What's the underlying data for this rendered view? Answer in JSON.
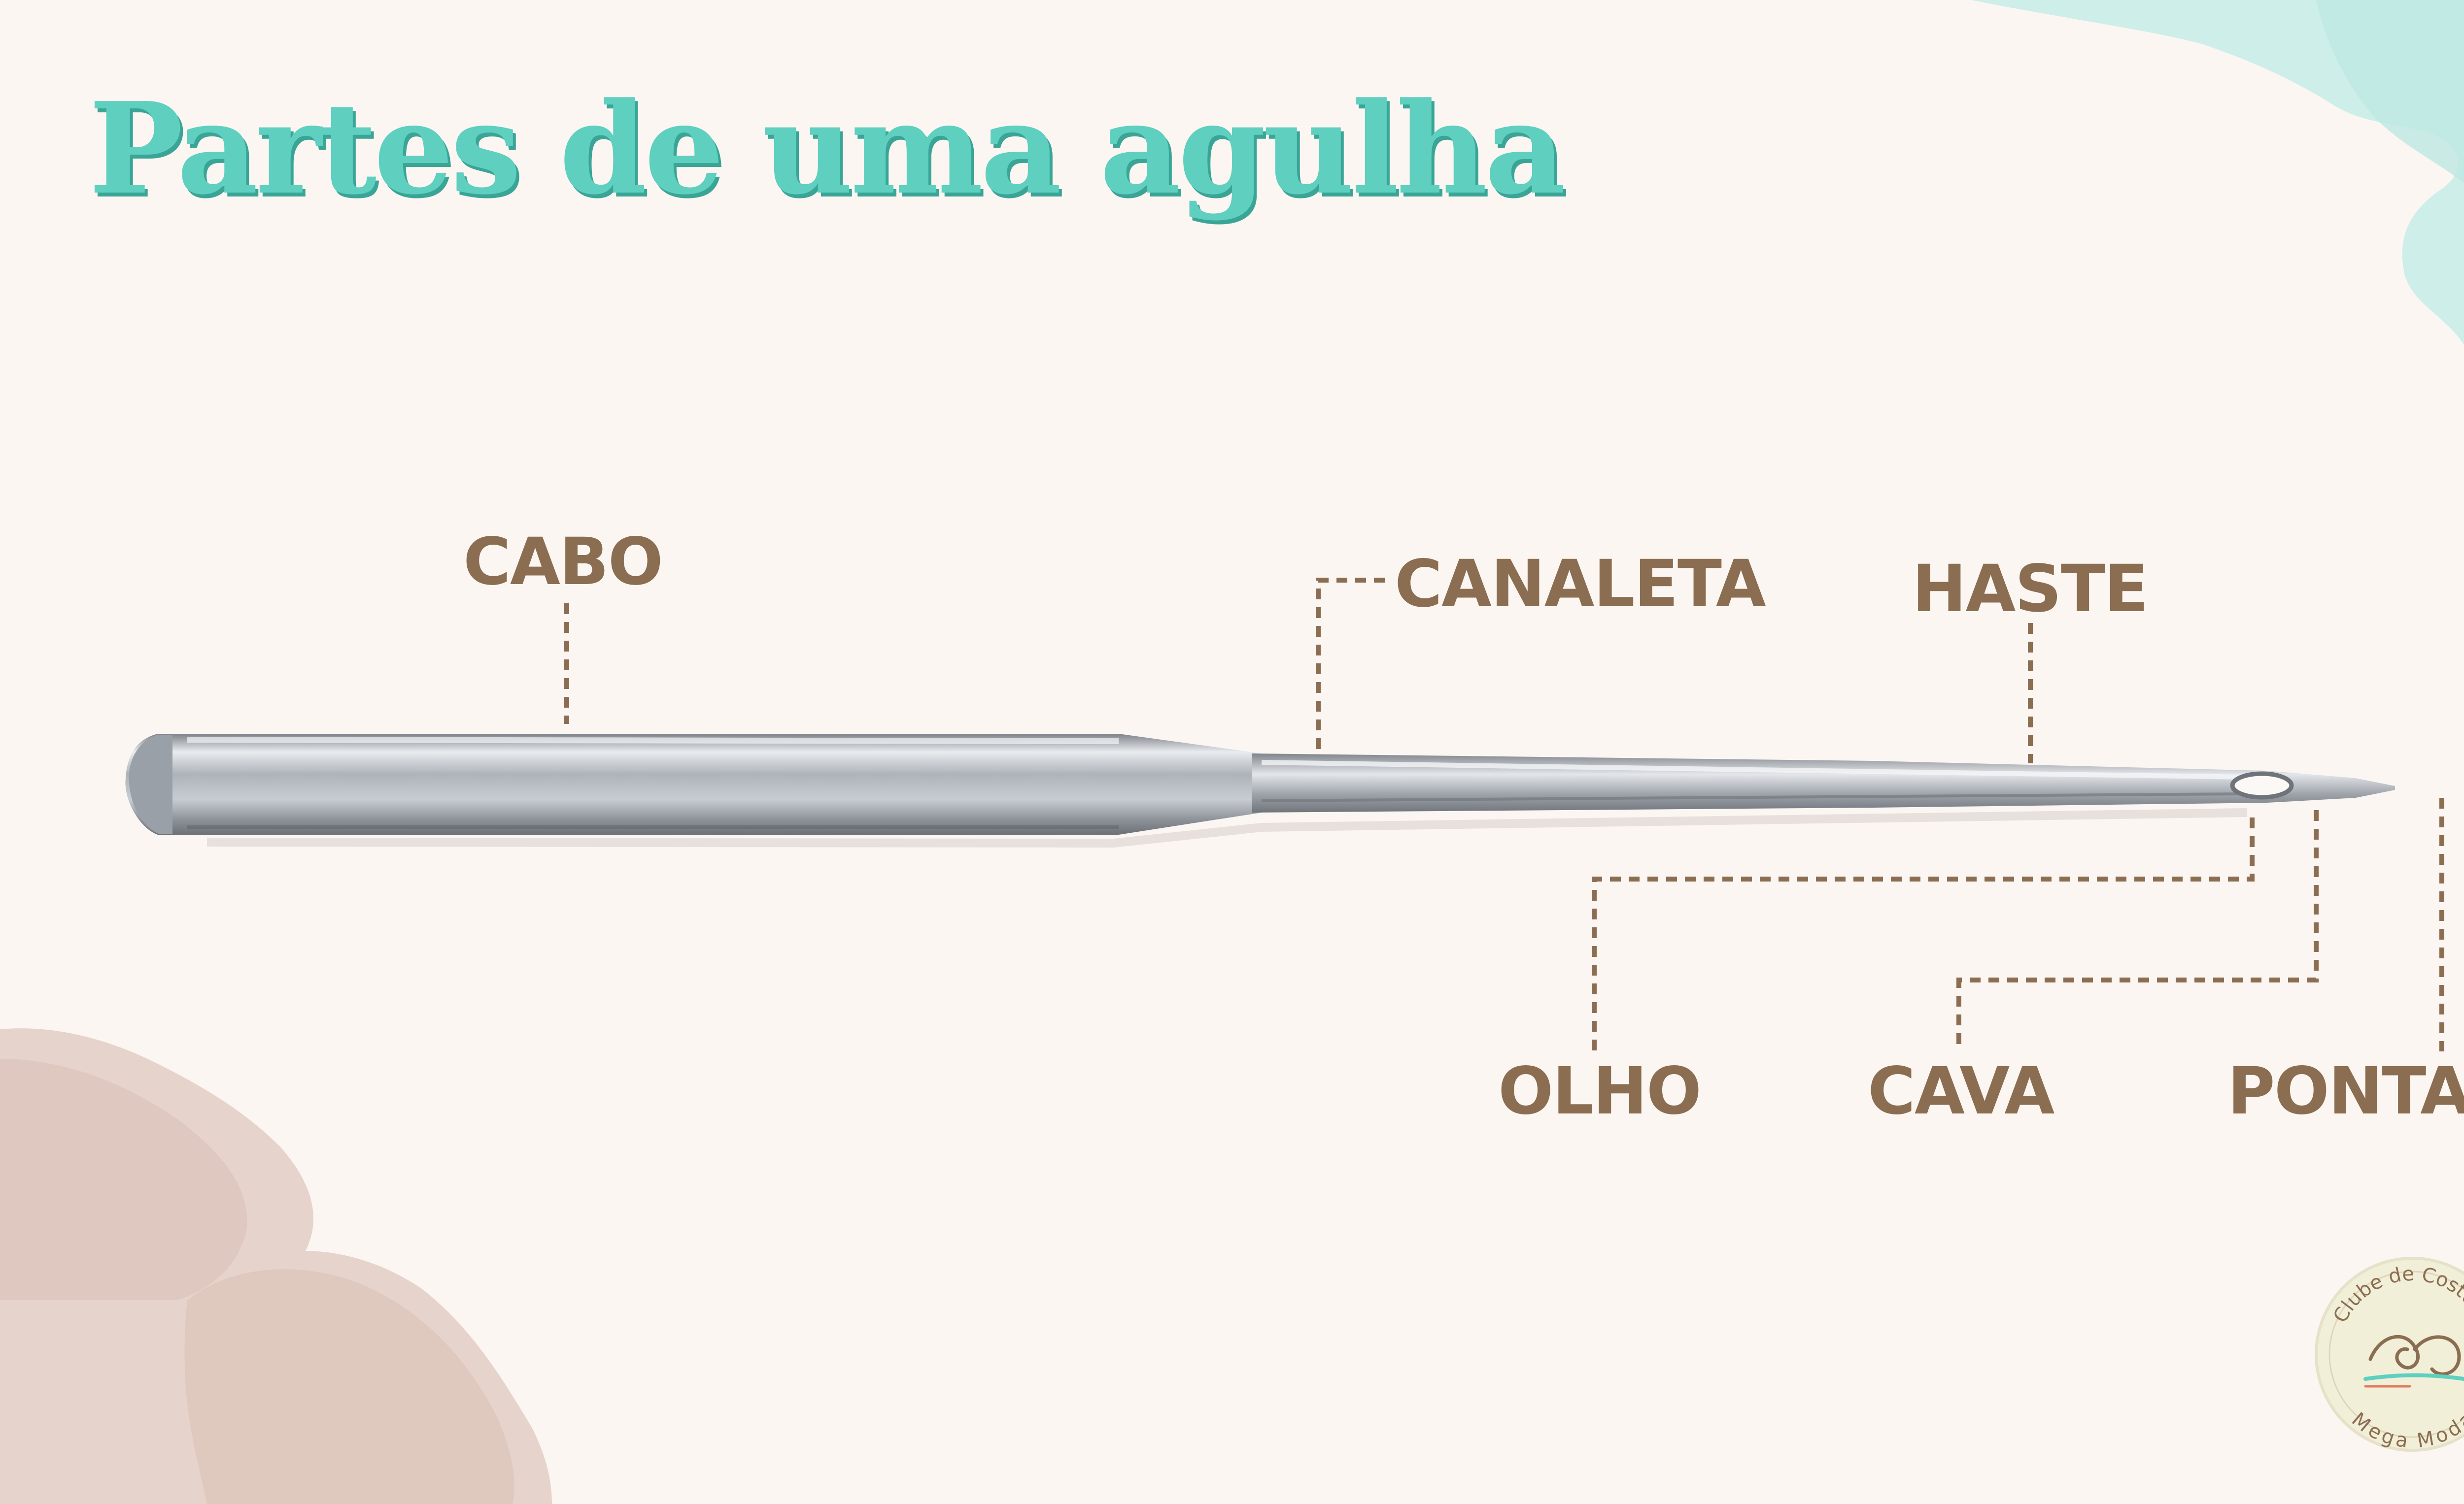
{
  "title": "Partes de uma agulha",
  "labels": {
    "cabo": "CABO",
    "canaleta": "CANALETA",
    "haste": "HASTE",
    "olho": "OLHO",
    "cava": "CAVA",
    "ponta": "PONTA"
  },
  "logo": {
    "top_text": "Clube de Costura",
    "bottom_text": "Mega Moda"
  },
  "colors": {
    "background": "#fcf6f2",
    "title": "#5fcfbf",
    "title_shadow": "#3aa596",
    "label": "#8b6e51",
    "leader_line": "#8b6e51",
    "needle": "#b8bcc3"
  }
}
